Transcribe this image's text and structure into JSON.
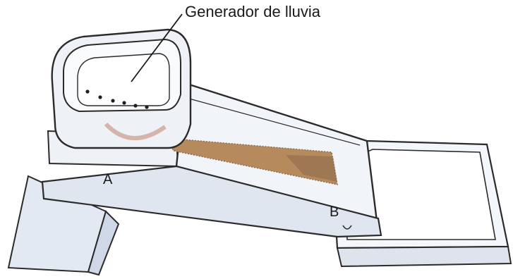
{
  "diagram": {
    "callout_label": "Generador de lluvia",
    "point_a_label": "A",
    "point_b_label": "B"
  },
  "colors": {
    "outline": "#2b2b2b",
    "container_fill": "#eef2f7",
    "container_shadow": "#cdd7e6",
    "soil": "#b78a5e",
    "soil_dark": "#8a6a4a",
    "background": "#ffffff"
  }
}
